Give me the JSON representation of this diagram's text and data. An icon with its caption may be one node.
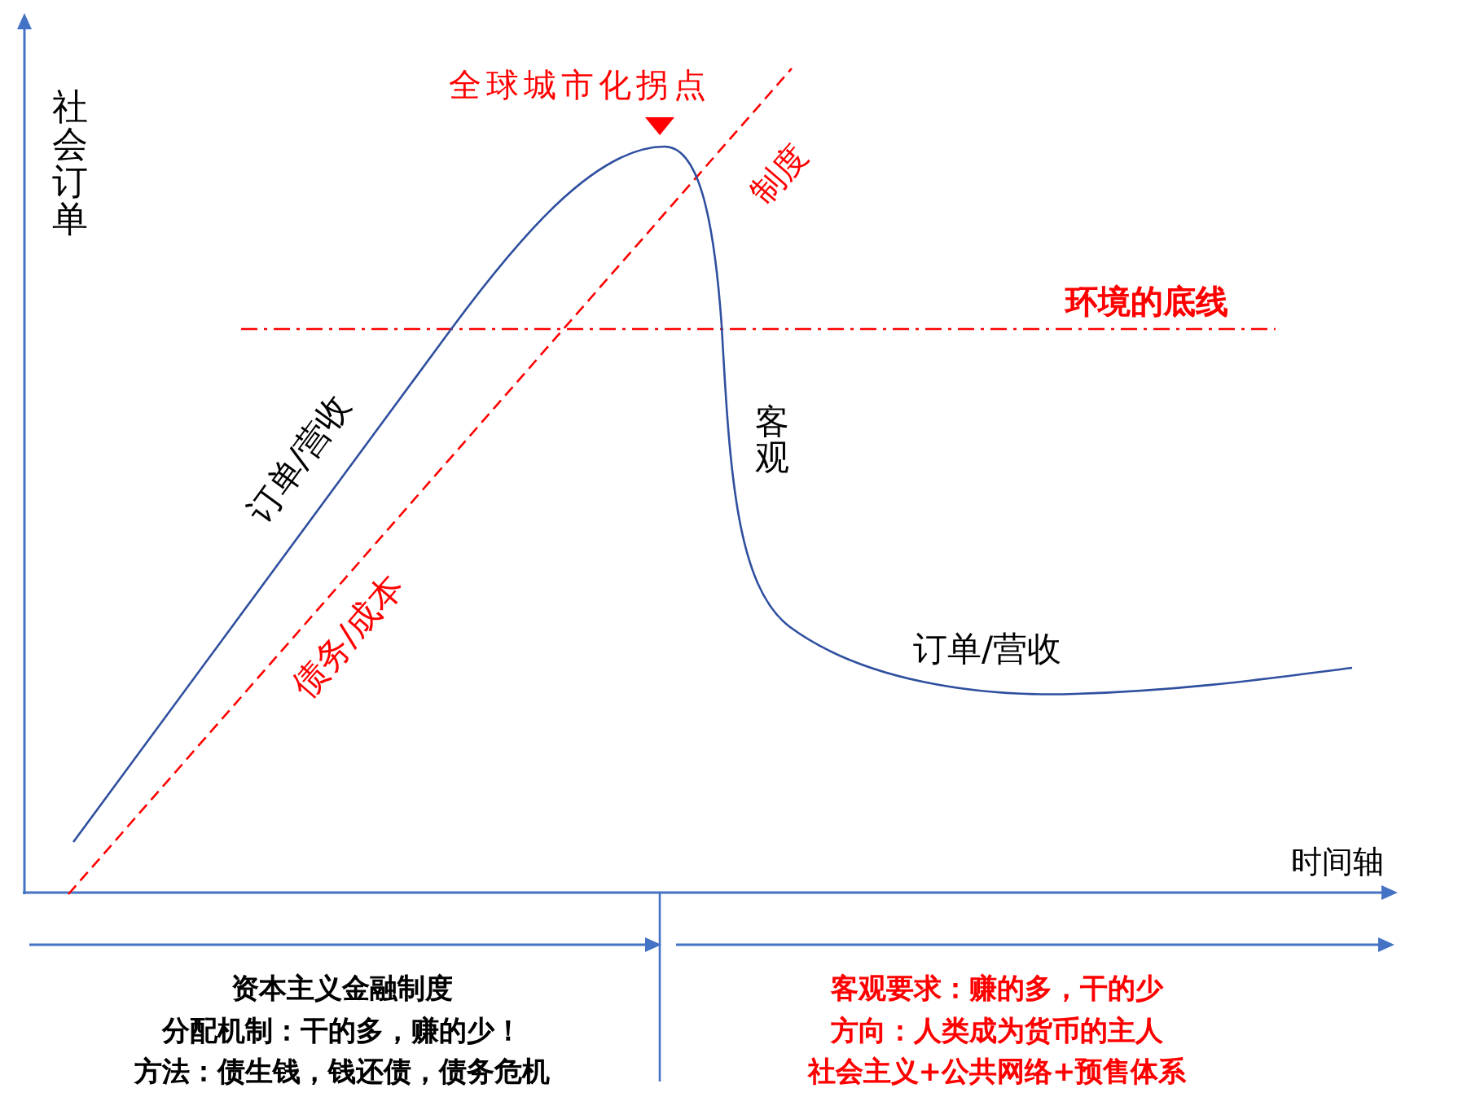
{
  "diagram": {
    "labels": [
      "社会订单",
      "全球城市化拐点",
      "制度",
      "环境的底线",
      "订单/营收",
      "客观",
      "债务/成本",
      "订单/营收",
      "时间轴",
      "资本主义金融制度",
      "分配机制：干的多，赚的少！",
      "方法：债生钱，钱还债，债务危机",
      "客观要求：赚的多，干的少",
      "方向：人类成为货币的主人",
      "社会主义+公共网络+预售体系"
    ]
  }
}
